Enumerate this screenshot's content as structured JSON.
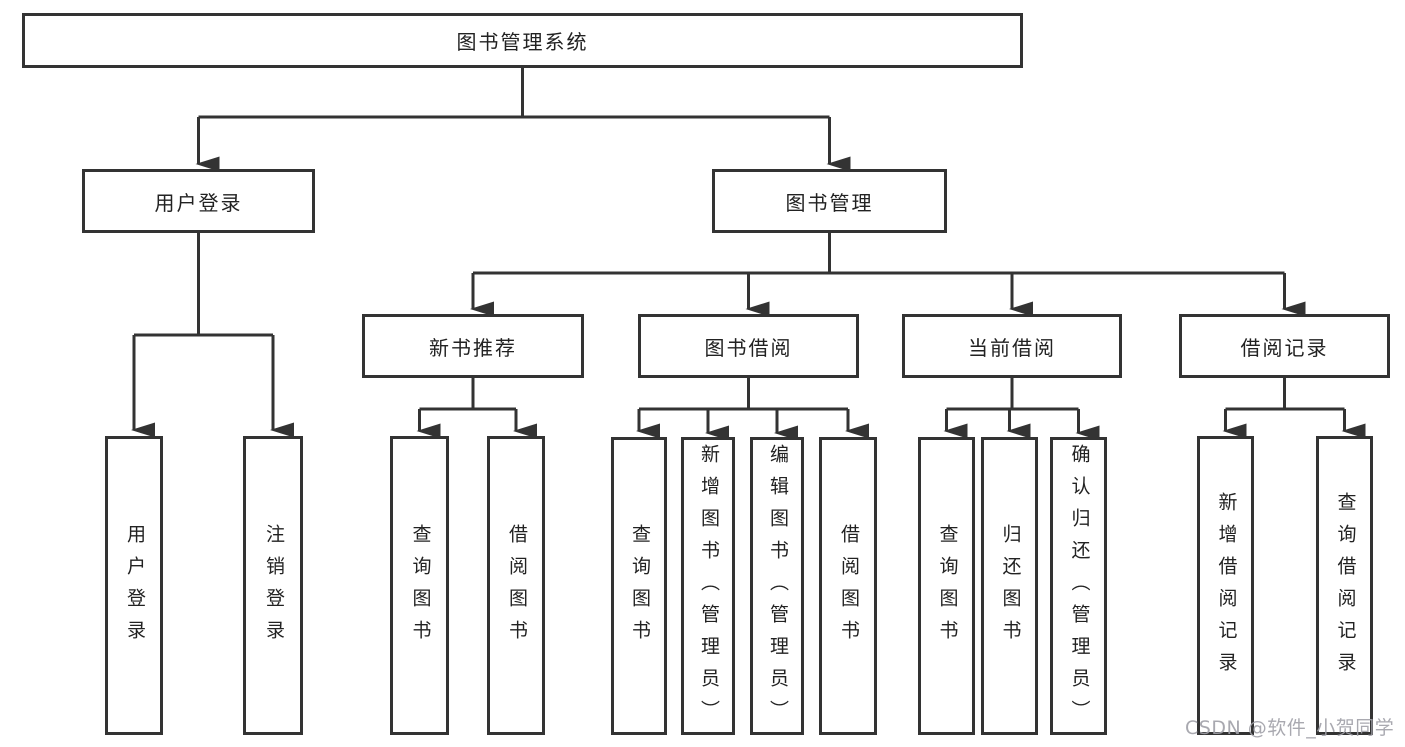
{
  "diagram": {
    "root": "图书管理系统",
    "level2": {
      "user_login": "用户登录",
      "book_management": "图书管理"
    },
    "level3": {
      "new_book_recommendation": "新书推荐",
      "book_borrowing": "图书借阅",
      "current_borrowing": "当前借阅",
      "borrowing_records": "借阅记录"
    },
    "leaves": {
      "user_login": "用户登录",
      "logout": "注销登录",
      "recommend_query_books": "查询图书",
      "recommend_borrow_books": "借阅图书",
      "borrow_query_books": "查询图书",
      "borrow_add_books_admin": "新增图书（管理员）",
      "borrow_edit_books_admin": "编辑图书（管理员）",
      "borrow_borrow_books": "借阅图书",
      "current_query_books": "查询图书",
      "current_return_books": "归还图书",
      "current_confirm_return_admin": "确认归还（管理员）",
      "records_add_record": "新增借阅记录",
      "records_query_record": "查询借阅记录"
    }
  },
  "watermark": {
    "text": "CSDN @软件_小贺同学"
  },
  "colors": {
    "line": "#333333",
    "text": "#222222",
    "watermark": "#a0a0a8",
    "background": "#ffffff"
  }
}
